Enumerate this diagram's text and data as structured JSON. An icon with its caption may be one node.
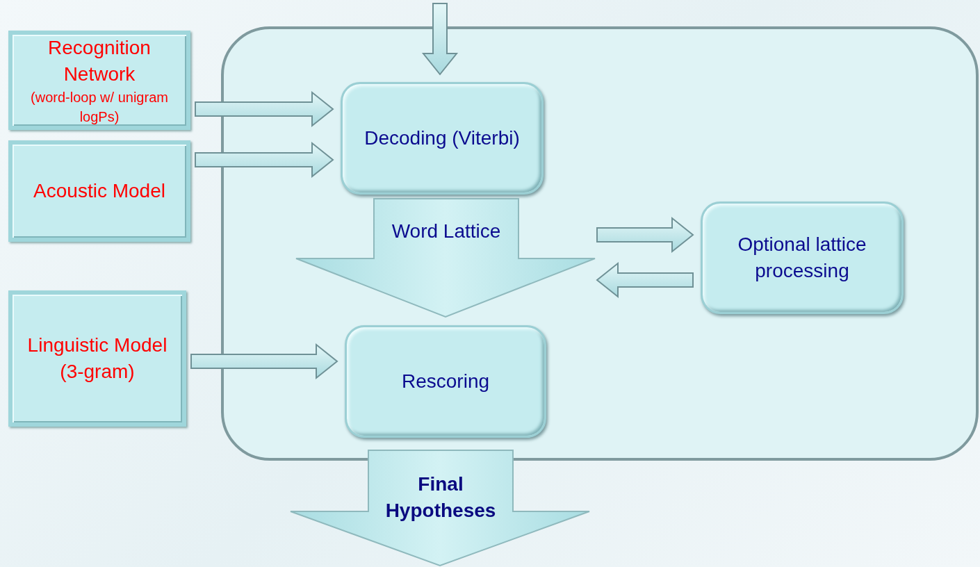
{
  "diagram": {
    "nodes": [
      {
        "text": [],
        "shape": "box"
      },
      {
        "text": [
          "Recognition Network",
          "(word-loop w/ unigram logPs)"
        ]
      },
      {
        "text": [
          "Acoustic Model"
        ]
      },
      {
        "text": [
          "Linguistic Model (3-gram)"
        ]
      },
      {
        "text": [
          "Decoding (Viterbi)"
        ],
        "in": 0
      },
      {
        "text": [
          "Word Lattice"
        ],
        "in": 0
      },
      {
        "text": [
          "Optional lattice processing"
        ],
        "in": 0
      },
      {
        "text": [
          "Rescoring"
        ],
        "in": 0
      },
      {
        "text": [
          "Final Hypotheses"
        ]
      }
    ],
    "edges": [
      {
        "from": null,
        "to": 4,
        "arrow": "to"
      },
      {
        "from": 1,
        "to": 4,
        "arrow": "to"
      },
      {
        "from": 2,
        "to": 4,
        "arrow": "to"
      },
      {
        "from": 5,
        "to": 6,
        "arrow": "to"
      },
      {
        "from": 6,
        "to": 5,
        "arrow": "to"
      },
      {
        "from": 3,
        "to": 7,
        "arrow": "to"
      }
    ]
  }
}
